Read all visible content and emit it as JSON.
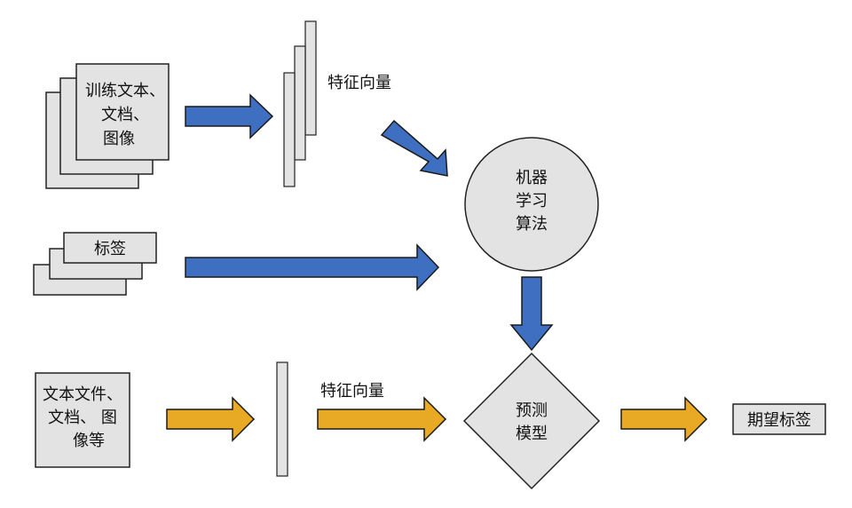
{
  "diagram": {
    "training_docs": {
      "line1": "训练文本、",
      "line2": "文档、",
      "line3": "图像"
    },
    "labels_box": "标签",
    "feature_vector_top": "特征向量",
    "algorithm": {
      "line1": "机器",
      "line2": "学习",
      "line3": "算法"
    },
    "new_docs": {
      "line1": "文本文件、",
      "line2": "文档、 图",
      "line3": "像等"
    },
    "feature_vector_bottom": "特征向量",
    "model": {
      "line1": "预测",
      "line2": "模型"
    },
    "expected_label": "期望标签"
  },
  "colors": {
    "box_fill": "#e3e3e3",
    "box_stroke": "#222222",
    "blue_arrow": "#3f6fc0",
    "gold_arrow": "#e8a925",
    "arrow_stroke": "#1a1a1a"
  }
}
